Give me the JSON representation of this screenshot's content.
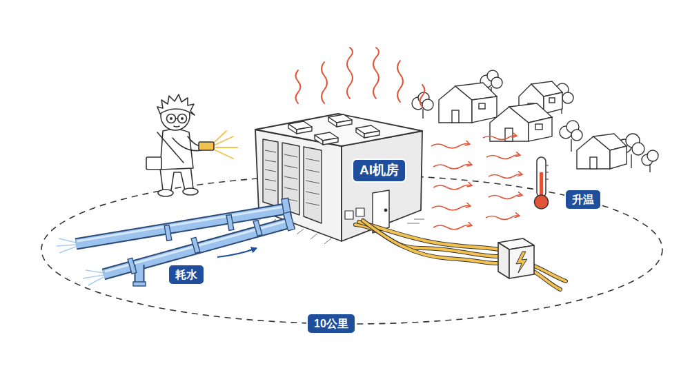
{
  "diagram": {
    "nodes": [
      {
        "text": [
          "AI机房"
        ]
      },
      {
        "text": [
          "升温"
        ]
      },
      {
        "text": [
          "耗水"
        ]
      },
      {
        "text": [
          "10公里"
        ]
      }
    ]
  }
}
